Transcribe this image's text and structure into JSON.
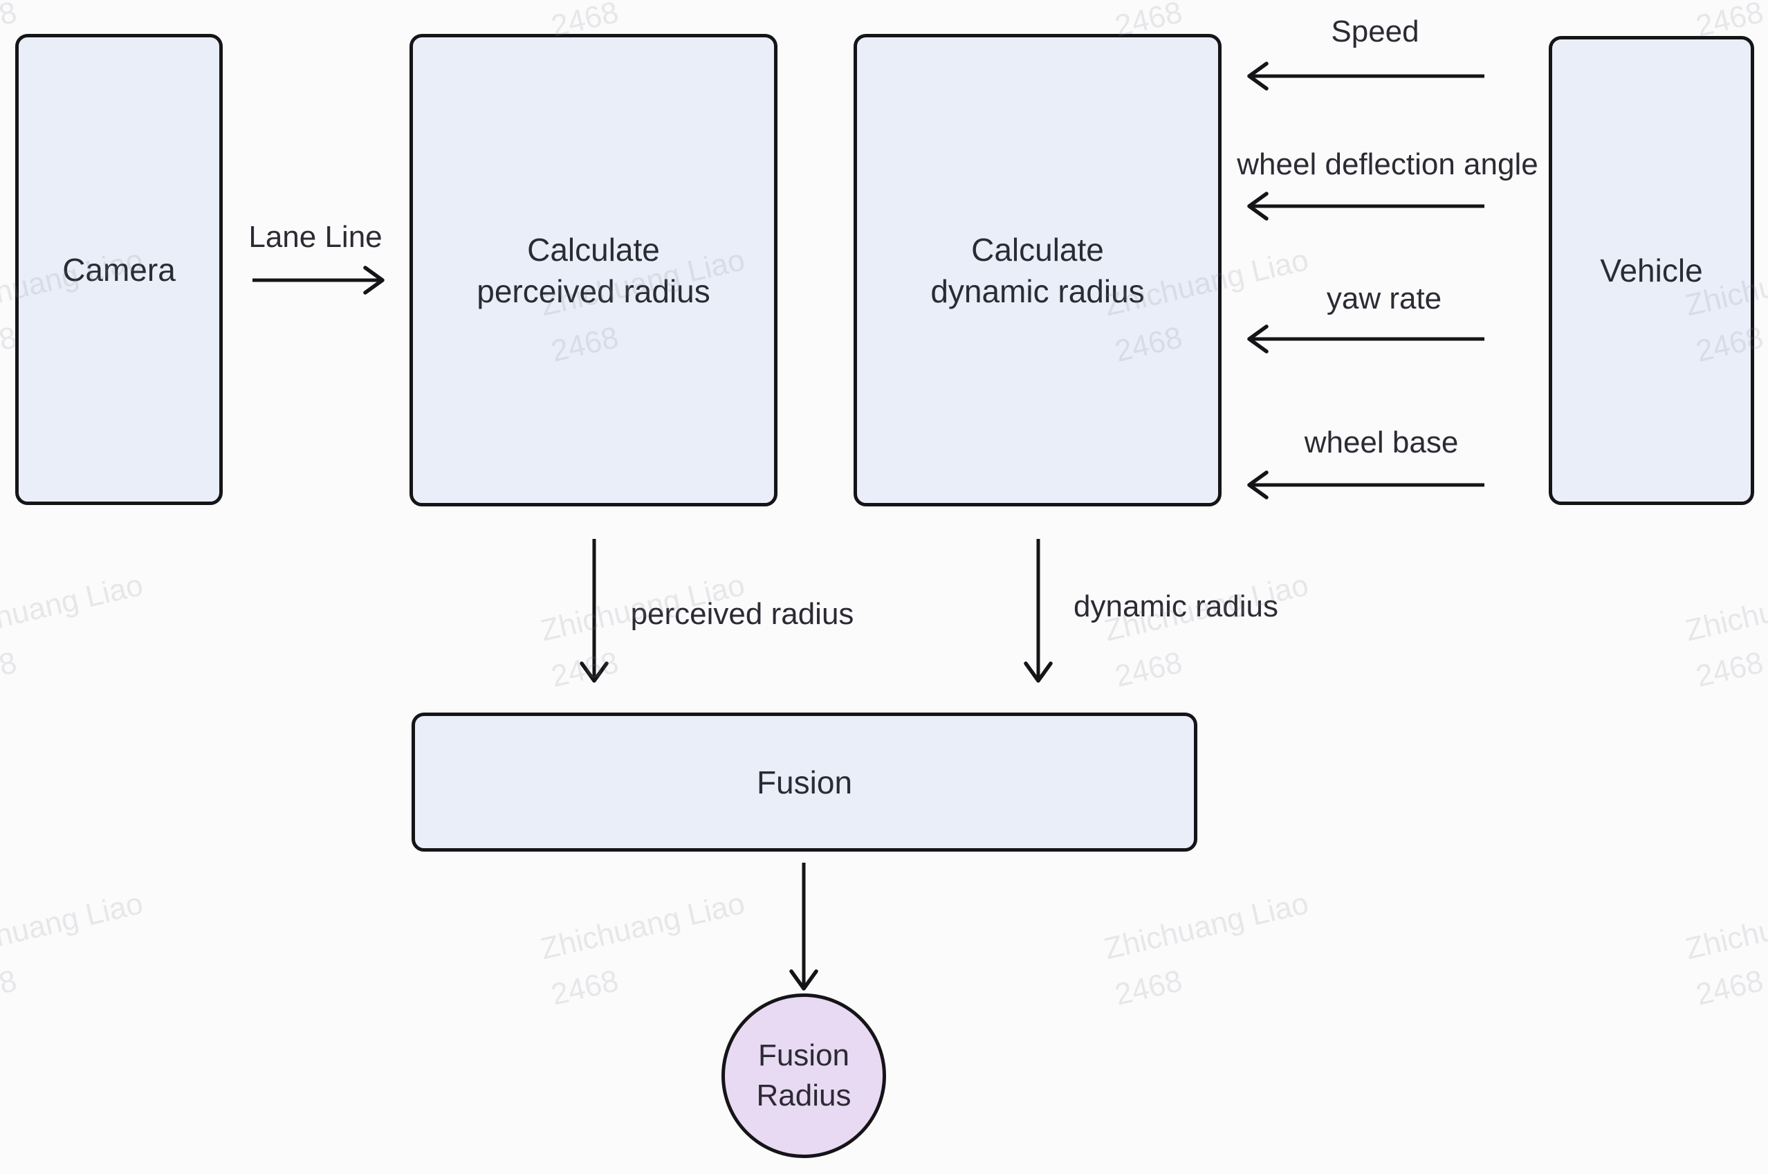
{
  "diagram": {
    "nodes": {
      "camera": {
        "label": "Camera"
      },
      "perceived": {
        "line1": "Calculate",
        "line2": "perceived radius"
      },
      "dynamic": {
        "line1": "Calculate",
        "line2": "dynamic radius"
      },
      "vehicle": {
        "label": "Vehicle"
      },
      "fusion": {
        "label": "Fusion"
      },
      "fusion_radius": {
        "line1": "Fusion",
        "line2": "Radius"
      }
    },
    "edge_labels": {
      "lane_line": "Lane Line",
      "speed": "Speed",
      "wheel_deflection_angle": "wheel deflection angle",
      "yaw_rate": "yaw rate",
      "wheel_base": "wheel base",
      "perceived_radius": "perceived radius",
      "dynamic_radius": "dynamic radius"
    },
    "watermark": {
      "line1": "Zhichuang Liao",
      "line2": "2468"
    },
    "colors": {
      "background": "#fbfbfc",
      "node_fill": "#e9eef8",
      "node_border": "#151518",
      "circle_fill": "#e9daf4",
      "text": "#2b2b33",
      "arrow": "#151518",
      "watermark": "rgba(128,128,140,0.16)"
    }
  }
}
